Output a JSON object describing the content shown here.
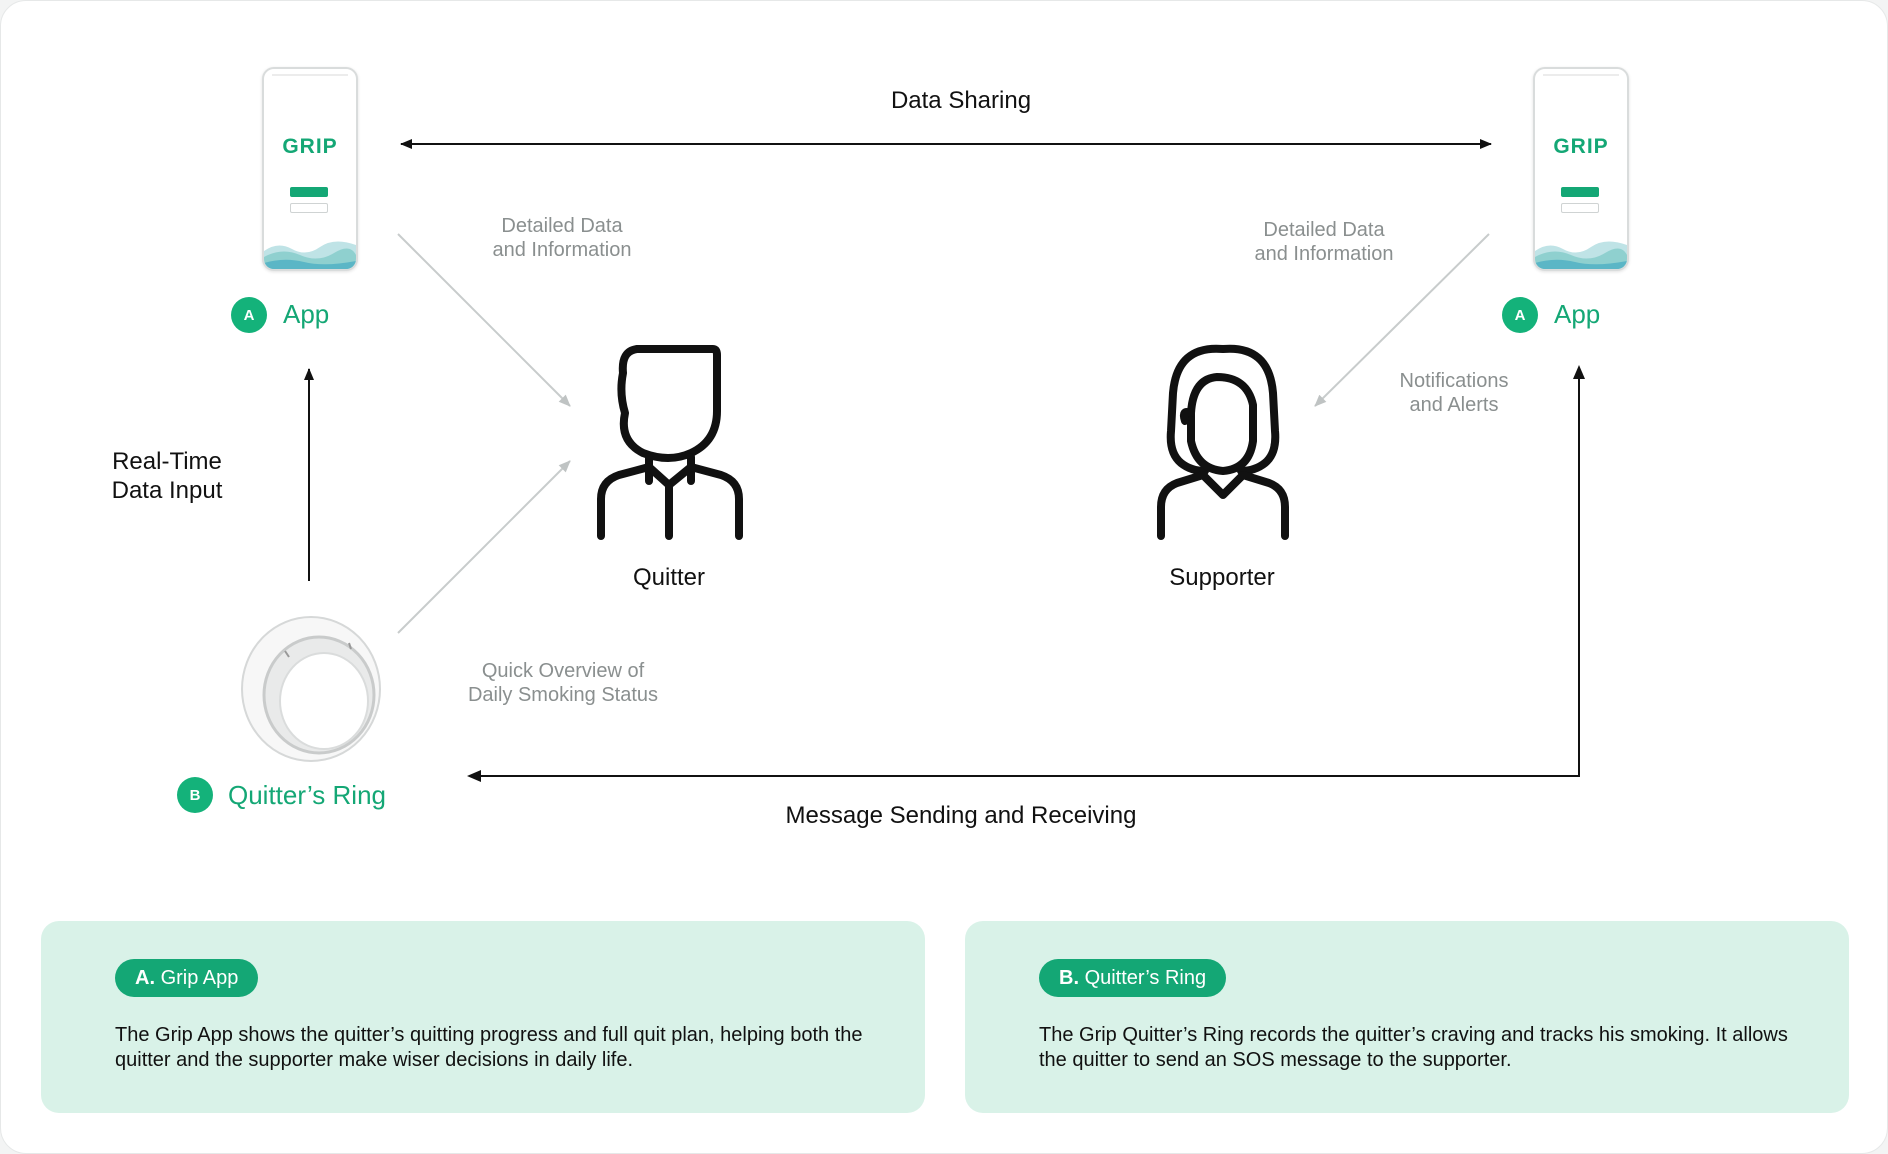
{
  "diagram": {
    "data_sharing": "Data Sharing",
    "detailed_left_1": "Detailed Data",
    "detailed_left_2": "and Information",
    "detailed_right_1": "Detailed Data",
    "detailed_right_2": "and Information",
    "notifications_1": "Notifications",
    "notifications_2": "and Alerts",
    "realtime_1": "Real-Time",
    "realtime_2": "Data Input",
    "quick_1": "Quick Overview of",
    "quick_2": "Daily Smoking Status",
    "message": "Message Sending and Receiving",
    "quitter": "Quitter",
    "supporter": "Supporter"
  },
  "nodes": {
    "app_left": {
      "badge": "A",
      "label": "App"
    },
    "app_right": {
      "badge": "A",
      "label": "App"
    },
    "ring": {
      "badge": "B",
      "label": "Quitter’s Ring"
    }
  },
  "phone_screen": {
    "logo": "GRIP"
  },
  "cards": {
    "app": {
      "pill_letter": "A.",
      "pill_text": "Grip App",
      "text": "The Grip App shows the quitter’s quitting progress and full quit plan, helping both the quitter and the supporter make wiser decisions in daily life."
    },
    "ring": {
      "pill_letter": "B.",
      "pill_text": "Quitter’s Ring",
      "text": "The Grip Quitter’s Ring records the quitter’s craving and tracks his smoking. It allows the quitter to send an SOS message to the supporter."
    }
  },
  "colors": {
    "accent_green": "#14a775",
    "card_bg": "#d9f2e8",
    "arrow_gray": "#c8cccc",
    "text_dark": "#111111"
  }
}
